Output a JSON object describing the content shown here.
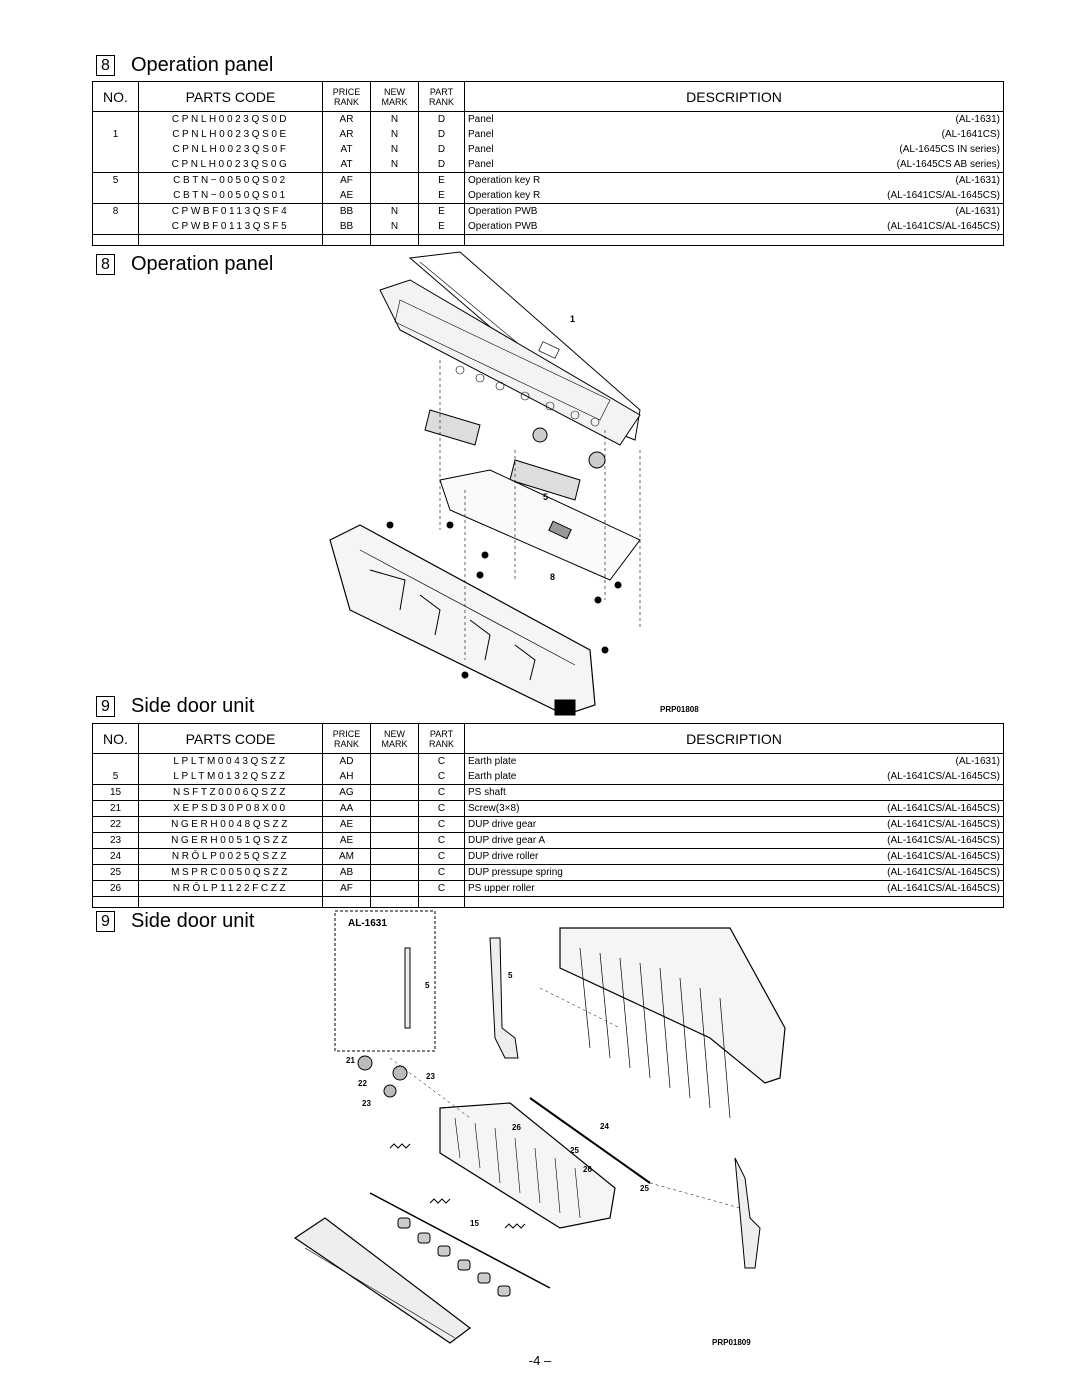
{
  "section1": {
    "num": "8",
    "title": "Operation panel",
    "headers": {
      "no": "NO.",
      "code": "PARTS CODE",
      "price": "PRICE",
      "price2": "RANK",
      "new": "NEW",
      "new2": "MARK",
      "part": "PART",
      "part2": "RANK",
      "desc": "DESCRIPTION"
    },
    "rows": [
      {
        "no": "",
        "code": "CPNLH0023QS0D",
        "price": "AR",
        "new": "N",
        "part": "D",
        "desc": "Panel",
        "model": "(AL-1631)"
      },
      {
        "no": "1",
        "code": "CPNLH0023QS0E",
        "price": "AR",
        "new": "N",
        "part": "D",
        "desc": "Panel",
        "model": "(AL-1641CS)"
      },
      {
        "no": "",
        "code": "CPNLH0023QS0F",
        "price": "AT",
        "new": "N",
        "part": "D",
        "desc": "Panel",
        "model": "(AL-1645CS IN series)"
      },
      {
        "no": "",
        "code": "CPNLH0023QS0G",
        "price": "AT",
        "new": "N",
        "part": "D",
        "desc": "Panel",
        "model": "(AL-1645CS AB series)"
      },
      {
        "no": "5",
        "code": "CBTN−0050QS02",
        "price": "AF",
        "new": "",
        "part": "E",
        "desc": "Operation key R",
        "model": "(AL-1631)"
      },
      {
        "no": "",
        "code": "CBTN−0050QS01",
        "price": "AE",
        "new": "",
        "part": "E",
        "desc": "Operation key R",
        "model": "(AL-1641CS/AL-1645CS)"
      },
      {
        "no": "8",
        "code": "CPWBF0113QSF4",
        "price": "BB",
        "new": "N",
        "part": "E",
        "desc": "Operation PWB",
        "model": "(AL-1631)"
      },
      {
        "no": "",
        "code": "CPWBF0113QSF5",
        "price": "BB",
        "new": "N",
        "part": "E",
        "desc": "Operation PWB",
        "model": "(AL-1641CS/AL-1645CS)"
      }
    ],
    "drawing_title": "Operation panel",
    "drawing_code": "PRP01808",
    "callouts": [
      "1",
      "5",
      "8"
    ]
  },
  "section2": {
    "num": "9",
    "title": "Side door unit",
    "headers": {
      "no": "NO.",
      "code": "PARTS CODE",
      "price": "PRICE",
      "price2": "RANK",
      "new": "NEW",
      "new2": "MARK",
      "part": "PART",
      "part2": "RANK",
      "desc": "DESCRIPTION"
    },
    "rows": [
      {
        "no": "",
        "code": "LPLTM0043QSZZ",
        "price": "AD",
        "new": "",
        "part": "C",
        "desc": "Earth plate",
        "model": "(AL-1631)"
      },
      {
        "no": "5",
        "code": "LPLTM0132QSZZ",
        "price": "AH",
        "new": "",
        "part": "C",
        "desc": "Earth plate",
        "model": "(AL-1641CS/AL-1645CS)"
      },
      {
        "no": "15",
        "code": "NSFTZ0006QSZZ",
        "price": "AG",
        "new": "",
        "part": "C",
        "desc": "PS shaft",
        "model": ""
      },
      {
        "no": "21",
        "code": "XEPSD30P08X00",
        "price": "AA",
        "new": "",
        "part": "C",
        "desc": "Screw(3×8)",
        "model": "(AL-1641CS/AL-1645CS)"
      },
      {
        "no": "22",
        "code": "NGERH0048QSZZ",
        "price": "AE",
        "new": "",
        "part": "C",
        "desc": "DUP drive gear",
        "model": "(AL-1641CS/AL-1645CS)"
      },
      {
        "no": "23",
        "code": "NGERH0051QSZZ",
        "price": "AE",
        "new": "",
        "part": "C",
        "desc": "DUP drive gear A",
        "model": "(AL-1641CS/AL-1645CS)"
      },
      {
        "no": "24",
        "code": "NRŌLP0025QSZZ",
        "price": "AM",
        "new": "",
        "part": "C",
        "desc": "DUP drive roller",
        "model": "(AL-1641CS/AL-1645CS)"
      },
      {
        "no": "25",
        "code": "MSPRC0050QSZZ",
        "price": "AB",
        "new": "",
        "part": "C",
        "desc": "DUP pressupe spring",
        "model": "(AL-1641CS/AL-1645CS)"
      },
      {
        "no": "26",
        "code": "NRŌLP1122FCZZ",
        "price": "AF",
        "new": "",
        "part": "C",
        "desc": "PS upper roller",
        "model": "(AL-1641CS/AL-1645CS)"
      }
    ],
    "drawing_title": "Side door unit",
    "drawing_code": "PRP01809",
    "inset_label": "AL-1631",
    "callouts": [
      "5",
      "5",
      "21",
      "22",
      "23",
      "23",
      "24",
      "25",
      "26",
      "26",
      "25",
      "15"
    ]
  },
  "page_number": "-4 –"
}
